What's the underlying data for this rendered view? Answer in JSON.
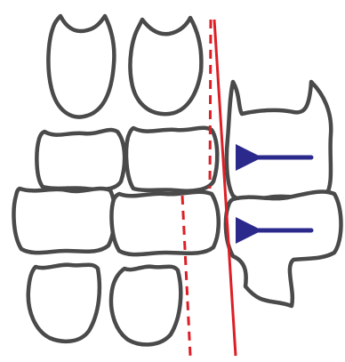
{
  "colors": {
    "cell_outline": "#4a4a4a",
    "cell_fill": "#ffffff",
    "reference_line": "#dc1f26",
    "arrow": "#2b2a8c",
    "background": "#ffffff"
  },
  "diagram": {
    "lines": [
      {
        "name": "dashed-reference-line-upper",
        "style": "dashed"
      },
      {
        "name": "dashed-reference-line-lower",
        "style": "dashed"
      },
      {
        "name": "solid-reference-line",
        "style": "solid"
      }
    ],
    "arrows": [
      {
        "name": "arrow-upper",
        "direction": "left"
      },
      {
        "name": "arrow-lower",
        "direction": "left"
      }
    ],
    "cell_count": 10
  }
}
